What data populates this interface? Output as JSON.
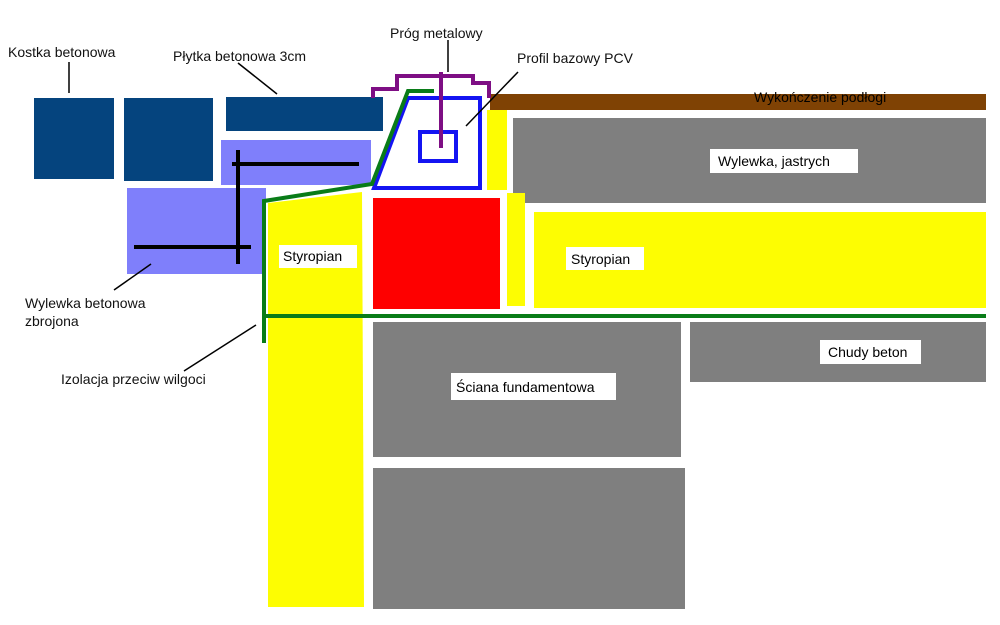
{
  "labels": {
    "kostka_betonowa": "Kostka betonowa",
    "plytka_betonowa": "Płytka betonowa 3cm",
    "prog_metalowy": "Próg metalowy",
    "profil_bazowy": "Profil bazowy PCV",
    "wykonczenie_podlogi": "Wykończenie podłogi",
    "wylewka_jastrych": "Wylewka, jastrych",
    "styropian_left": "Styropian",
    "styropian_right": "Styropian",
    "wylewka_betonowa_line1": "Wylewka betonowa",
    "wylewka_betonowa_line2": "zbrojona",
    "izolacja": "Izolacja przeciw wilgoci",
    "chudy_beton": "Chudy beton",
    "sciana_fundamentowa": "Ściana fundamentowa"
  },
  "colors": {
    "paver": "#05447e",
    "slab": "#7f7ffb",
    "insulation": "#fdfd02",
    "concrete": "#7f7f7f",
    "floor_finish": "#7f4204",
    "red_block": "#fe0000",
    "moisture_barrier": "#097c18",
    "metal_threshold": "#7e0e84",
    "pvc_profile": "#1414f2",
    "rebar": "#000000",
    "leader": "#000000"
  }
}
